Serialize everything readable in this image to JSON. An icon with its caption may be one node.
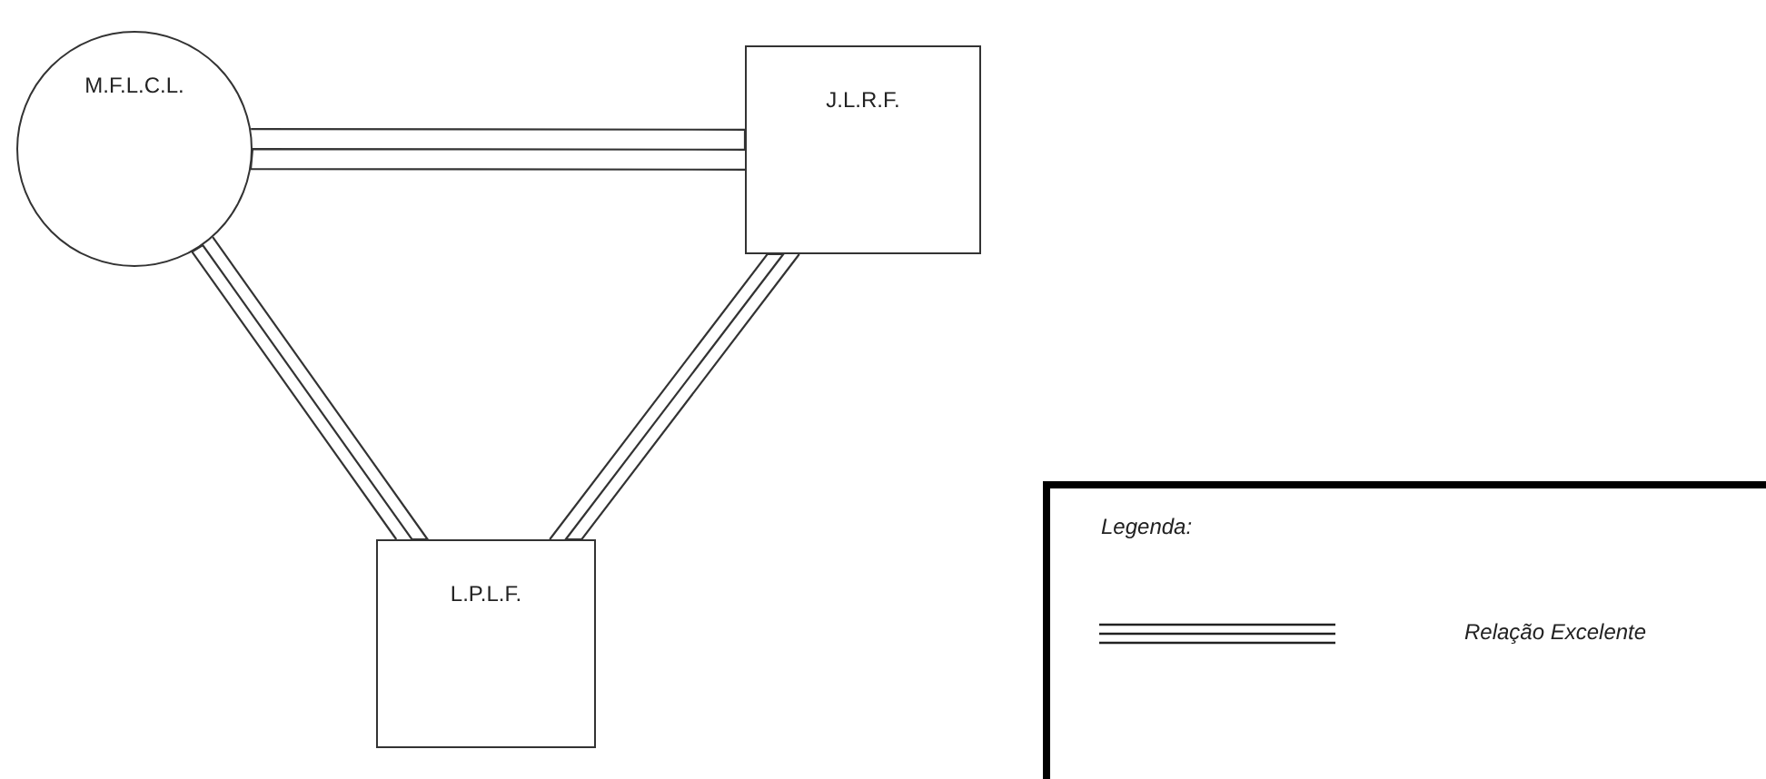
{
  "diagram": {
    "nodes": [
      {
        "text": [
          "M.F.L.C.L."
        ]
      },
      {
        "text": [
          "J.L.R.F."
        ]
      },
      {
        "text": [
          "L.P.L.F."
        ]
      }
    ],
    "edges": [
      {
        "from": 0,
        "to": 1,
        "arrow": "none"
      },
      {
        "from": 0,
        "to": 2,
        "arrow": "none"
      },
      {
        "from": 1,
        "to": 2,
        "arrow": "none"
      }
    ],
    "labels": [
      "Legenda:"
    ],
    "legend": [
      {
        "text": "Relação Excelente"
      }
    ]
  }
}
